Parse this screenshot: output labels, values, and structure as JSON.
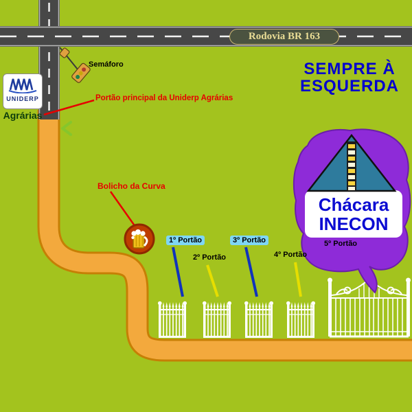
{
  "colors": {
    "background": "#A3C31E",
    "road": "#474747",
    "dirt_road": "#F3A93D",
    "bubble": "#8E2BD8",
    "direction_text": "#0202CF",
    "warning_text": "#E60000",
    "gate_chip": "#7FD6F4"
  },
  "highway": {
    "label": "Rodovia BR 163"
  },
  "uniderp": {
    "name": "UNIDERP",
    "campus": "Agrárias"
  },
  "labels": {
    "semaforo": "Semáforo",
    "main_gate": "Portão principal da Uniderp Agrárias",
    "bolicho": "Bolicho da Curva"
  },
  "direction": {
    "line1": "SEMPRE À",
    "line2": "ESQUERDA"
  },
  "chacara": {
    "line1": "Chácara",
    "line2": "INECON"
  },
  "gates": [
    {
      "label": "1º Portão",
      "highlight": true
    },
    {
      "label": "2º Portão",
      "highlight": false
    },
    {
      "label": "3º Portão",
      "highlight": true
    },
    {
      "label": "4º Portão",
      "highlight": false
    },
    {
      "label": "5º Portão",
      "highlight": false
    }
  ]
}
